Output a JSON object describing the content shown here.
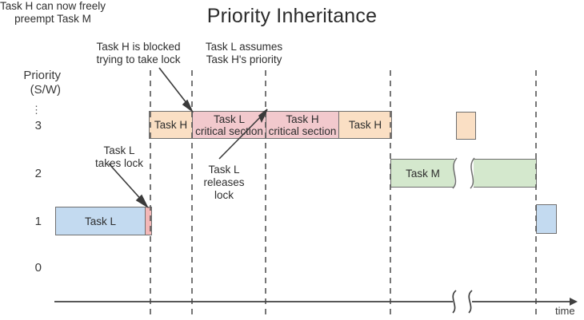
{
  "title": "Priority Inheritance",
  "axis": {
    "y_label_line1": "Priority",
    "y_label_line2": "(S/W)",
    "ellipsis": "⋮",
    "ticks": [
      "3",
      "2",
      "1",
      "0"
    ],
    "x_label": "time"
  },
  "annotations": [
    {
      "id": "task-h-blocked",
      "text": "Task H is blocked\ntrying to take lock"
    },
    {
      "id": "task-l-assumes",
      "text": "Task L assumes\nTask H's priority"
    },
    {
      "id": "task-h-preempt",
      "text": "Task H can now freely\npreempt Task M"
    },
    {
      "id": "task-l-takes",
      "text": "Task L\ntakes lock"
    },
    {
      "id": "task-l-releases",
      "text": "Task L\nreleases\nlock"
    }
  ],
  "bars": {
    "priority3": [
      {
        "id": "task-h-1",
        "label": "Task H",
        "color": "#fadfc4"
      },
      {
        "id": "task-l-critical",
        "label": "Task L\ncritical section",
        "color": "#f2c9cd"
      },
      {
        "id": "task-h-critical",
        "label": "Task H\ncritical section",
        "color": "#f2c9cd"
      },
      {
        "id": "task-h-2",
        "label": "Task H",
        "color": "#fadfc4"
      },
      {
        "id": "task-h-3",
        "label": "",
        "color": "#fadfc4"
      }
    ],
    "priority2": [
      {
        "id": "task-m-left",
        "label": "Task M",
        "color": "#d4e8cd"
      },
      {
        "id": "task-m-right",
        "label": "",
        "color": "#d4e8cd"
      }
    ],
    "priority1": [
      {
        "id": "task-l-run",
        "label": "Task L",
        "color": "#c3daf0"
      },
      {
        "id": "task-l-lock",
        "label": "",
        "color": "#f3b7b7"
      },
      {
        "id": "task-l-resume",
        "label": "",
        "color": "#c3daf0"
      }
    ]
  },
  "colors": {
    "peach": "#fadfc4",
    "pink": "#f2c9cd",
    "pink_thin": "#f3b7b7",
    "blue": "#c3daf0",
    "green": "#d4e8cd",
    "stroke": "#6f6f6f",
    "axis": "#404040",
    "dashed": "#555555"
  }
}
